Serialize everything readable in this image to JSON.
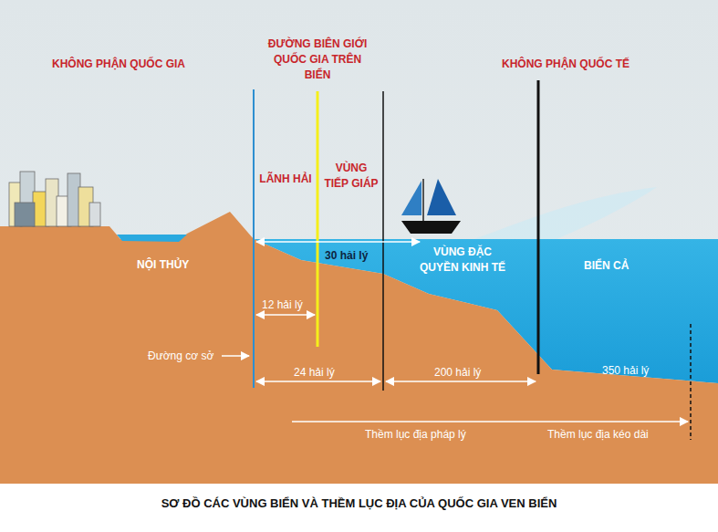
{
  "diagram": {
    "caption": "SƠ ĐỒ CÁC VÙNG BIỂN VÀ THỀM LỤC ĐỊA CỦA QUỐC GIA VEN BIỂN",
    "labels": [
      "KHÔNG PHẬN QUỐC GIA",
      "ĐƯỜNG BIÊN GIỚI QUỐC GIA TRÊN BIỂN",
      "KHÔNG PHẬN QUỐC TẾ",
      "LÃNH HẢI",
      "VÙNG TIẾP GIÁP",
      "NỘI THỦY",
      "30 hải lý",
      "VÙNG ĐẶC QUYỀN KINH TẾ",
      "BIỂN CẢ",
      "12 hải lý",
      "Đường cơ sở",
      "24 hải lý",
      "200 hải lý",
      "350 hải lý",
      "Thềm lục địa pháp lý",
      "Thềm lục địa kéo dài"
    ]
  }
}
